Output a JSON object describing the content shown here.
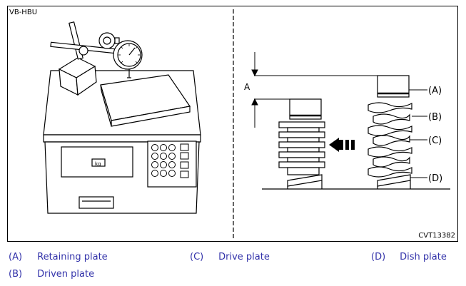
{
  "figure": {
    "id_label": "VB-HBU",
    "code_label": "CVT13382",
    "scale_display": "kg",
    "dimension_label": "A",
    "callouts": [
      "(A)",
      "(B)",
      "(C)",
      "(D)"
    ]
  },
  "legend": [
    {
      "key": "(A)",
      "text": "Retaining plate"
    },
    {
      "key": "(C)",
      "text": "Drive plate"
    },
    {
      "key": "(D)",
      "text": "Dish plate"
    },
    {
      "key": "(B)",
      "text": "Driven plate"
    }
  ],
  "colors": {
    "legend_text": "#3333aa",
    "line": "#000000"
  }
}
